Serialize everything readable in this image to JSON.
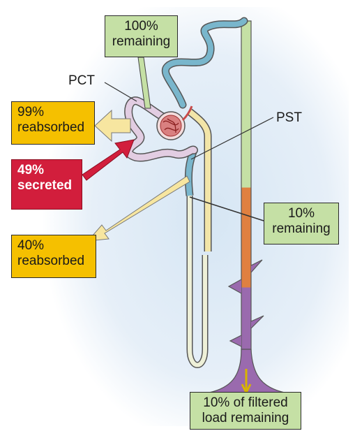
{
  "labels": {
    "pct": "PCT",
    "pst": "PST"
  },
  "boxes": {
    "remaining_100": [
      "100%",
      "remaining"
    ],
    "reabsorbed_99": [
      "99%",
      "reabsorbed"
    ],
    "secreted_49": [
      "49%",
      "secreted"
    ],
    "remaining_10": [
      "10%",
      "remaining"
    ],
    "reabsorbed_40": [
      "40%",
      "reabsorbed"
    ],
    "filtered_load": [
      "10% of filtered",
      "load remaining"
    ]
  },
  "colors": {
    "remaining_box": "#c5e0a5",
    "reabsorbed_box": "#f5c000",
    "secreted_box": "#d21e3c",
    "reabsorption_arrow": "#f7e6a0",
    "secretion_arrow": "#d21e3c",
    "proximal_tubule": "#e2cde2",
    "loop_descending": "#79b6cc",
    "thick_ascending_limb": "#f2e5a8",
    "collecting_duct_upper": "#c5e0a5",
    "collecting_duct_middle": "#e08040",
    "collecting_duct_lower": "#9a6aae",
    "glomerulus": "#c84a4a",
    "background_glow": "#d6e6f4"
  }
}
